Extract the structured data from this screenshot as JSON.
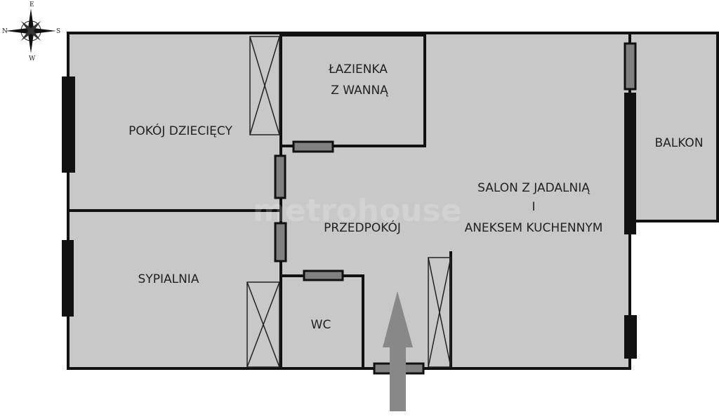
{
  "compass": {
    "north": "N",
    "east": "E",
    "south": "S",
    "west": "W"
  },
  "rooms": {
    "pokoj_dzieciecy": "POKÓJ DZIECIĘCY",
    "lazienka_line1": "ŁAZIENKA",
    "lazienka_line2": "Z WANNĄ",
    "balkon": "BALKON",
    "salon_line1": "SALON Z JADALNIĄ",
    "salon_line2": "I",
    "salon_line3": "ANEKSEM KUCHENNYM",
    "przedpokoj": "PRZEDPOKÓJ",
    "sypialnia": "SYPIALNIA",
    "wc": "WC"
  },
  "watermark": "metrohouse",
  "colors": {
    "floor": "#c8c8c8",
    "wall": "#111111",
    "door": "#808080",
    "window": "#111111",
    "arrow": "#888888"
  }
}
